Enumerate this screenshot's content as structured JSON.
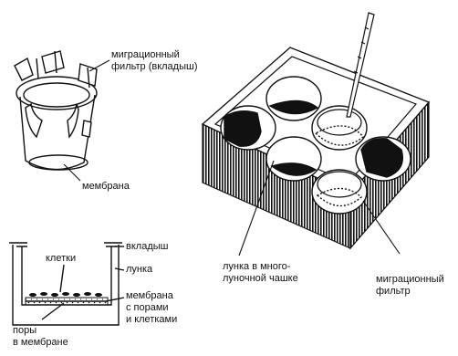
{
  "labels": {
    "insert_filter_line1": "миграционный",
    "insert_filter_line2": "фильтр (вкладыш)",
    "membrane": "мембрана",
    "insert": "вкладыш",
    "cells": "клетки",
    "well": "лунка",
    "membrane_pores_cells_line1": "мембрана",
    "membrane_pores_cells_line2": "с порами",
    "membrane_pores_cells_line3": "и клетками",
    "pores_line1": "поры",
    "pores_line2": "в мембране",
    "multiwell_line1": "лунка в много-",
    "multiwell_line2": "луночной чашке",
    "migration_filter_line1": "миграционный",
    "migration_filter_line2": "фильтр"
  },
  "colors": {
    "ink": "#111111",
    "paper": "#ffffff"
  }
}
